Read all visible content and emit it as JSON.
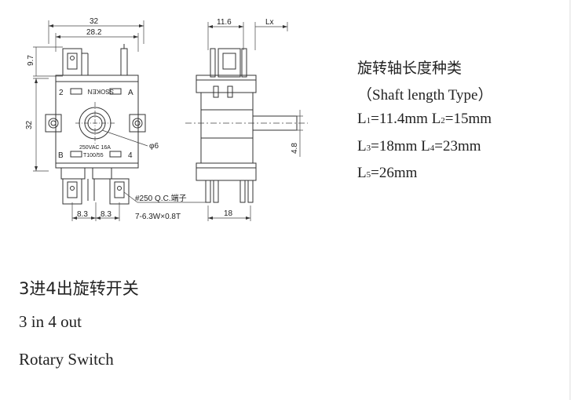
{
  "dims": {
    "width_outer": "32",
    "width_inner": "28.2",
    "terminal_height": "9.7",
    "body_height": "32",
    "pitch_left": "8.3",
    "pitch_right": "8.3",
    "side_width": "11.6",
    "shaft_len": "Lx",
    "side_depth": "18",
    "shaft_dia": "4.8",
    "knob_dia": "φ6"
  },
  "marks": {
    "brand": "SSOKEN",
    "t2": "2",
    "ta": "A",
    "tb": "B",
    "t4": "4",
    "rating": "250VAC 16A",
    "temp": "T100/55",
    "tab_note1": "#250 Q.C.端子",
    "tab_note2": "7-6.3W×0.8T"
  },
  "spec": {
    "title_cn": "旋转轴长度种类",
    "title_en": "（Shaft length Type）",
    "row1": [
      {
        "l": "L",
        "s": "1",
        "v": "=11.4mm"
      },
      {
        "l": " L",
        "s": "2",
        "v": "=15mm"
      }
    ],
    "row2": [
      {
        "l": "L",
        "s": "3",
        "v": "=18mm"
      },
      {
        "l": "  L",
        "s": "4",
        "v": "=23mm"
      }
    ],
    "row3": [
      {
        "l": "L",
        "s": "5",
        "v": "=26mm"
      }
    ]
  },
  "product": {
    "title_cn": "3进4出旋转开关",
    "title_en1": "3 in 4 out",
    "title_en2": "Rotary Switch"
  }
}
